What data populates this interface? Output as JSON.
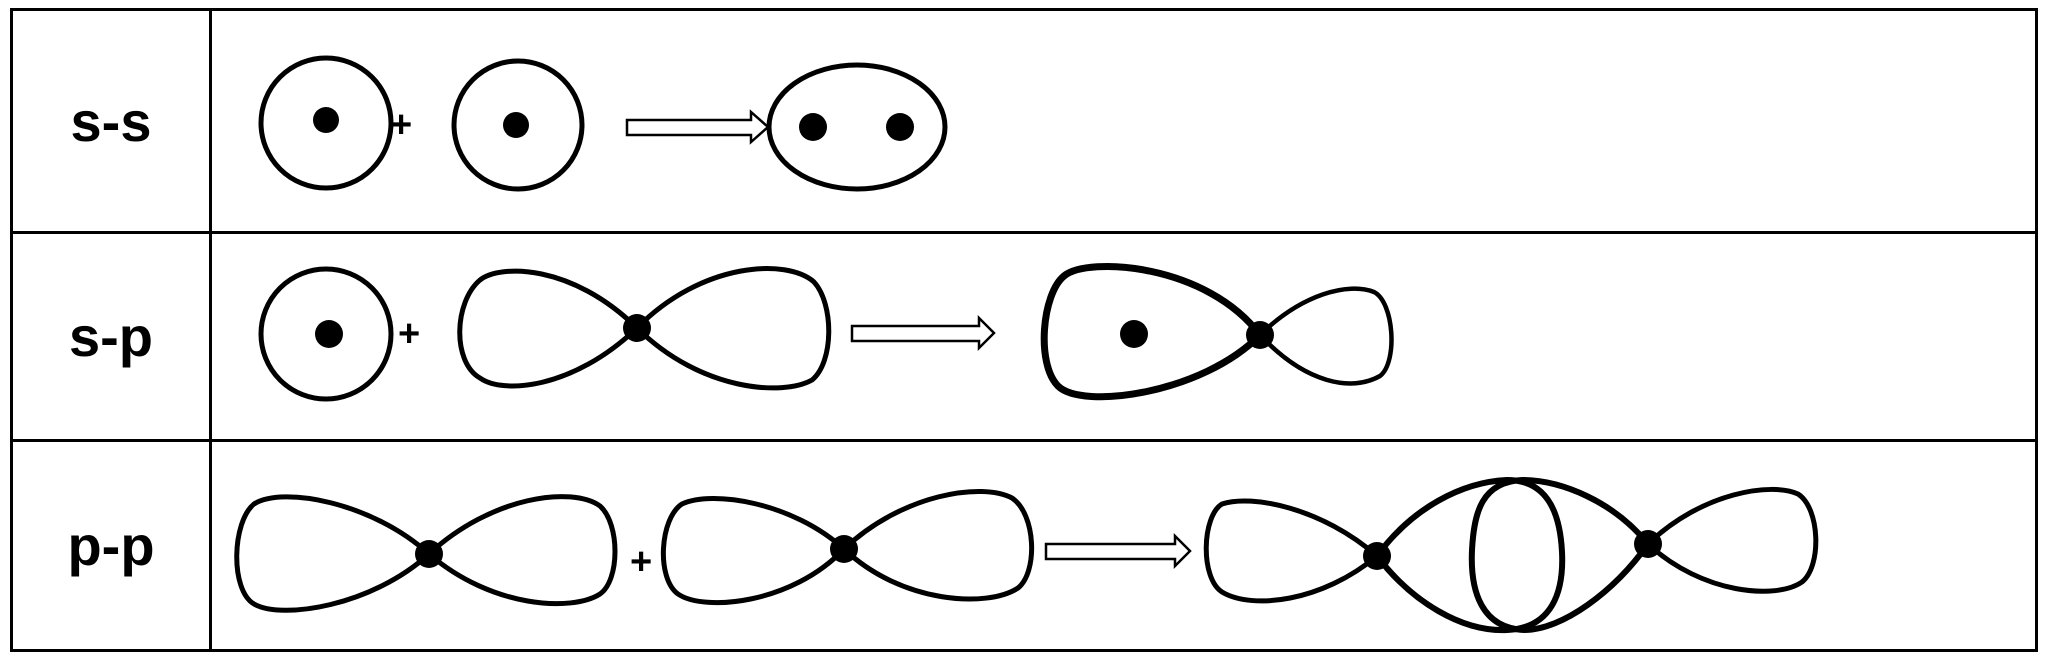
{
  "rows": [
    {
      "label": "s-s",
      "operator": "+"
    },
    {
      "label": "s-p",
      "operator": "+"
    },
    {
      "label": "p-p",
      "operator": "+"
    }
  ]
}
